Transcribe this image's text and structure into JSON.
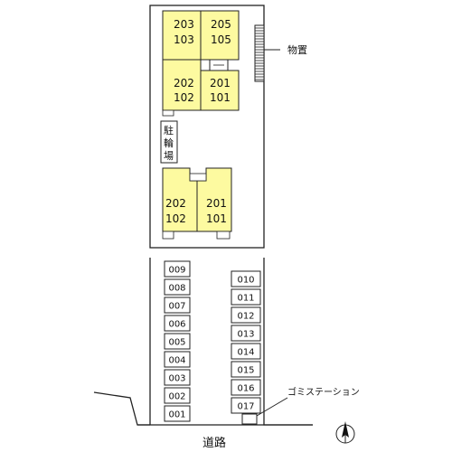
{
  "colors": {
    "unit_fill": "#fdfaa0",
    "unit_stroke": "#222222",
    "line": "#222222",
    "background": "#ffffff"
  },
  "labels": {
    "storage": "物置",
    "bicycle_parking": [
      "駐",
      "輪",
      "場"
    ],
    "garbage_station": "ゴミステーション",
    "road": "道路"
  },
  "upper_building": {
    "units": [
      {
        "name": "unit-203-103",
        "upper": "203",
        "lower": "103"
      },
      {
        "name": "unit-205-105",
        "upper": "205",
        "lower": "105"
      },
      {
        "name": "unit-202-102",
        "upper": "202",
        "lower": "102"
      },
      {
        "name": "unit-201-101",
        "upper": "201",
        "lower": "101"
      }
    ]
  },
  "lower_building": {
    "units": [
      {
        "name": "unit-202-102",
        "upper": "202",
        "lower": "102"
      },
      {
        "name": "unit-201-101",
        "upper": "201",
        "lower": "101"
      }
    ]
  },
  "parking_left": [
    "009",
    "008",
    "007",
    "006",
    "005",
    "004",
    "003",
    "002",
    "001"
  ],
  "parking_right": [
    "010",
    "011",
    "012",
    "013",
    "014",
    "015",
    "016",
    "017"
  ],
  "north_icon": "north-arrow-icon"
}
